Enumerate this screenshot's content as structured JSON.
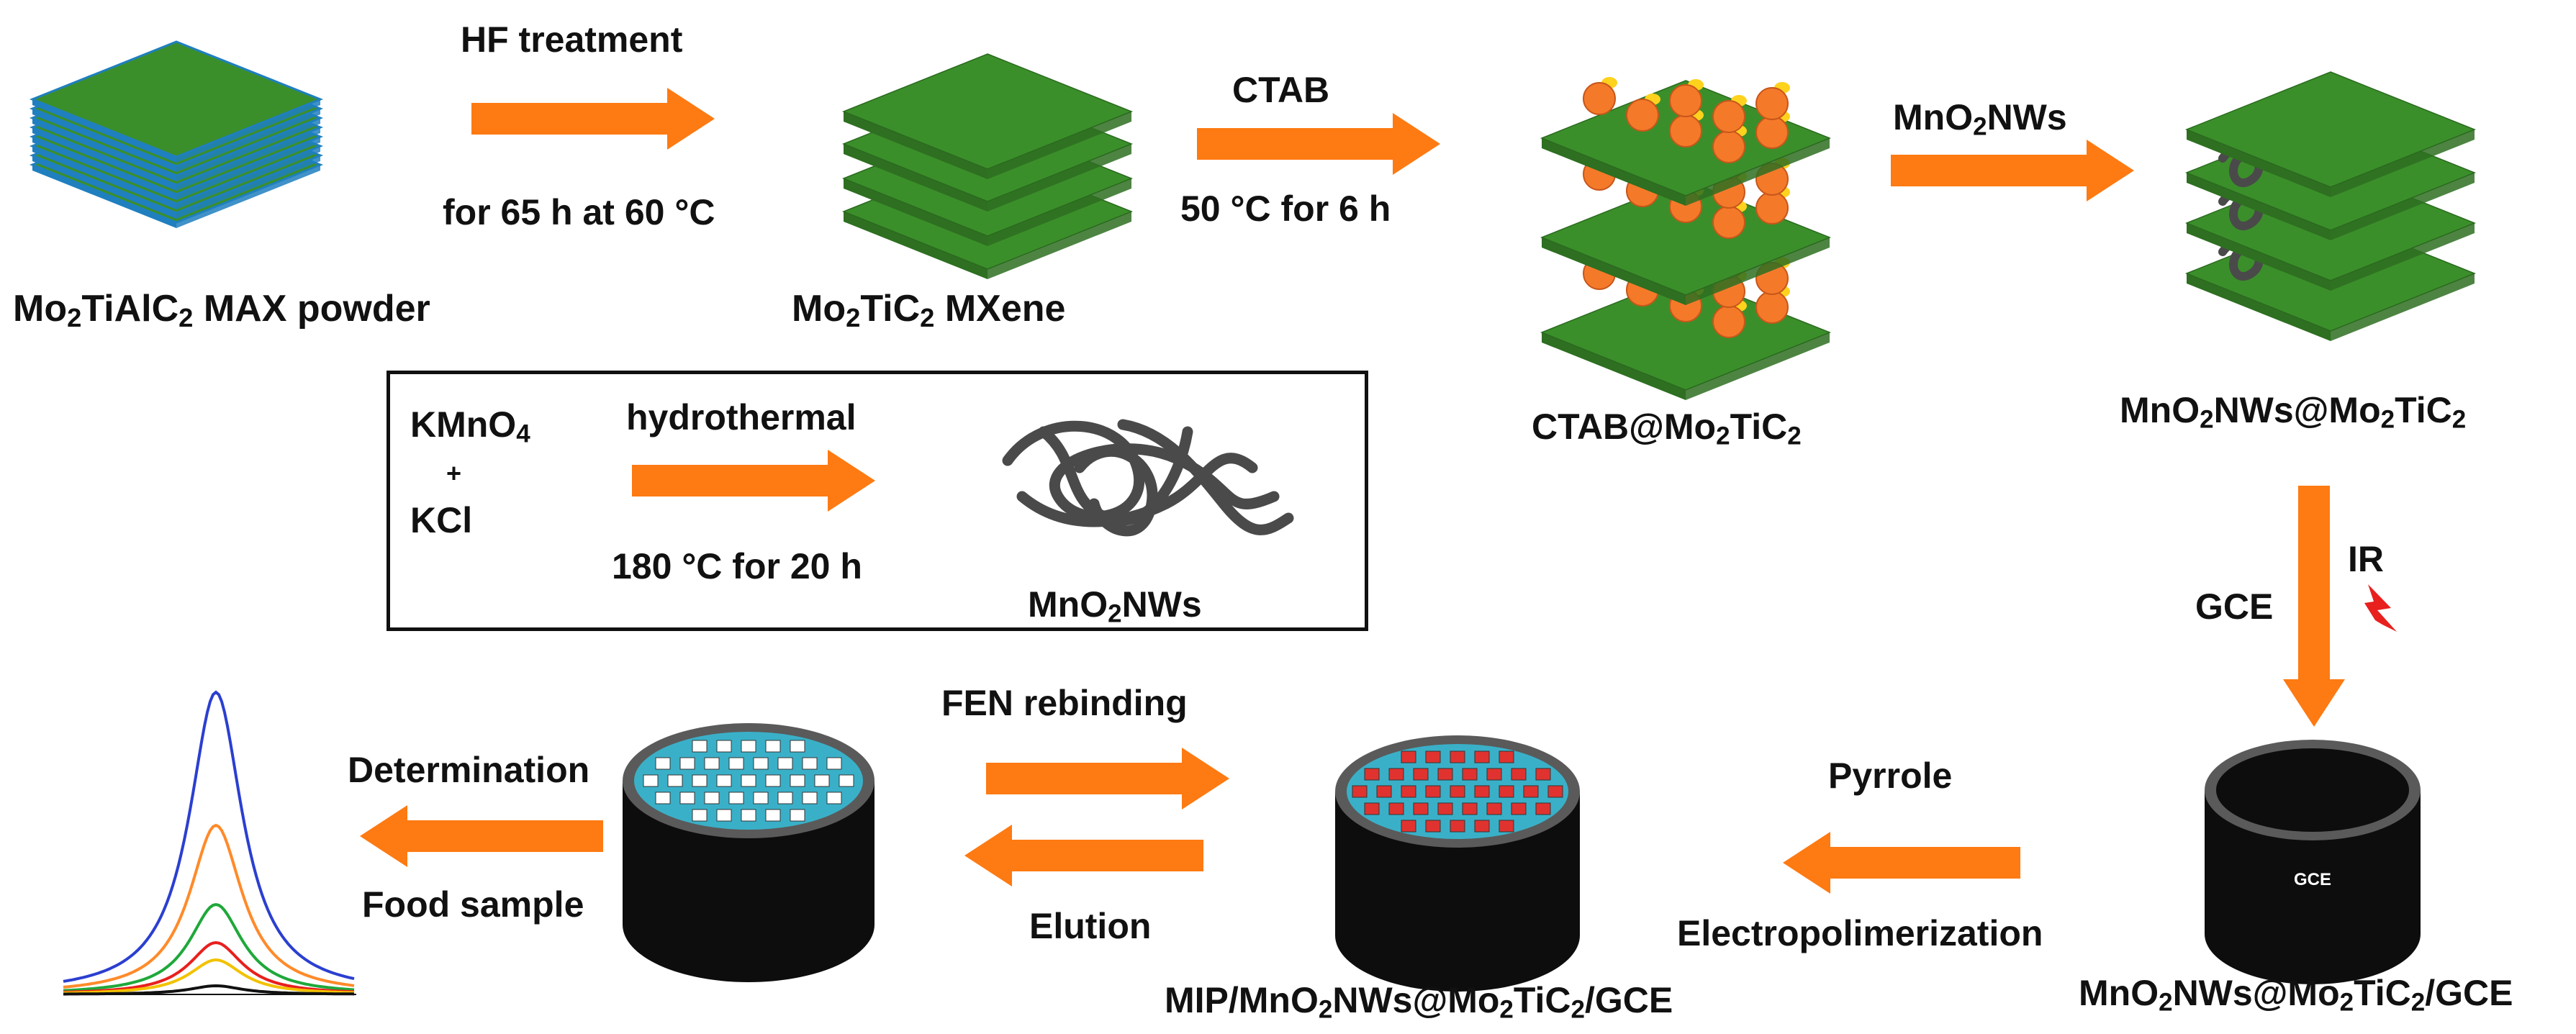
{
  "colors": {
    "arrow": "#fe7a12",
    "sheet_top": "#3b8f2a",
    "sheet_edge": "#2e6f21",
    "max_interlayer": "#1f7fbf",
    "ctab_ball": "#f47a2a",
    "ctab_tail": "#ffd21e",
    "nanowire": "#4a4a4a",
    "electrode": "#0d0d0d",
    "electrode_surface": "#3ab0c8",
    "template_site": "#ffffff",
    "imprinted_site": "#e0332f",
    "spark": "#e8201e",
    "dpv": [
      "#2b3fd0",
      "#ff8a2a",
      "#1fa83a",
      "#e8201e",
      "#f2c200",
      "#111111"
    ]
  },
  "labels": {
    "max_powder": [
      "Mo",
      "2",
      "TiAlC",
      "2",
      " MAX powder"
    ],
    "mxene": [
      "Mo",
      "2",
      "TiC",
      "2",
      " MXene"
    ],
    "ctab_mxene": [
      "CTAB@Mo",
      "2",
      "TiC",
      "2"
    ],
    "mno2_mxene": [
      "MnO",
      "2",
      "NWs@Mo",
      "2",
      "TiC",
      "2"
    ],
    "mno2_mxene_gce": [
      "MnO",
      "2",
      "NWs@Mo",
      "2",
      "TiC",
      "2",
      "/GCE"
    ],
    "mip_electrode": [
      "MIP/MnO",
      "2",
      "NWs@Mo",
      "2",
      "TiC",
      "2",
      "/GCE"
    ],
    "mno2nws": [
      "MnO",
      "2",
      "NWs"
    ],
    "electrode_gce_text": "GCE"
  },
  "steps": {
    "hf_top": "HF treatment",
    "hf_bottom": "for 65 h at 60 °C",
    "ctab_top": "CTAB",
    "ctab_bottom": "50 °C for 6 h",
    "mno2_top": [
      "MnO",
      "2",
      "NWs"
    ],
    "gce": "GCE",
    "ir": "IR",
    "pyrrole": "Pyrrole",
    "electropoly": "Electropolimerization",
    "rebinding": "FEN rebinding",
    "elution": "Elution",
    "determination": "Determination",
    "food": "Food sample"
  },
  "inset": {
    "kmno4": [
      "KMnO",
      "4"
    ],
    "plus": "+",
    "kcl": "KCl",
    "hydro_top": "hydrothermal",
    "hydro_bottom": "180 °C for 20 h"
  }
}
